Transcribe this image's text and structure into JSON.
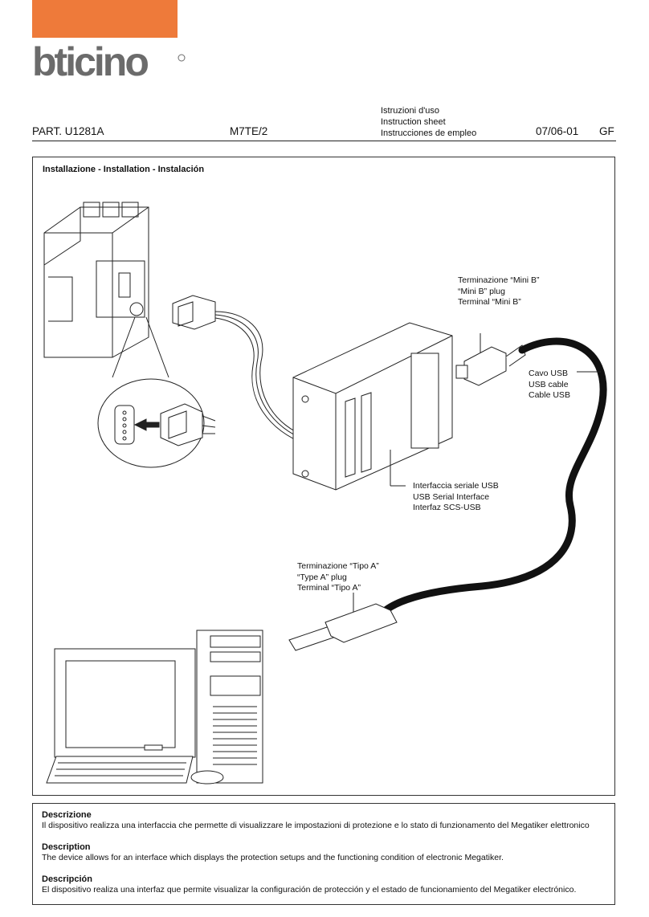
{
  "brand": {
    "accent_color": "#ee7a3a",
    "logo_text": "bticino"
  },
  "header": {
    "part": "PART. U1281A",
    "model": "M7TE/2",
    "doc_lines": [
      "Istruzioni d'uso",
      "Instruction sheet",
      "Instrucciones de empleo"
    ],
    "date": "07/06-01",
    "code": "GF"
  },
  "install": {
    "title": "Installazione - Installation - Instalación",
    "mini_b": [
      "Terminazione “Mini B”",
      "“Mini B” plug",
      "Terminal “Mini B”"
    ],
    "usb_cable": [
      "Cavo USB",
      "USB cable",
      "Cable USB"
    ],
    "interface": [
      "Interfaccia seriale USB",
      "USB Serial Interface",
      "Interfaz SCS-USB"
    ],
    "type_a": [
      "Terminazione “Tipo A”",
      "“Type A” plug",
      "Terminal “Tipo A”"
    ]
  },
  "description": {
    "it_heading": "Descrizione",
    "it_text": "Il dispositivo realizza una interfaccia che permette di visualizzare le impostazioni di protezione e lo stato di funzionamento del Megatiker elettronico",
    "en_heading": "Description",
    "en_text": "The device allows for an interface which displays the protection setups and the functioning condition of electronic Megatiker.",
    "es_heading": "Descripción",
    "es_text": "El dispositivo realiza una interfaz que permite visualizar la configuración de protección y el estado de funcionamiento del Megatiker electrónico."
  }
}
